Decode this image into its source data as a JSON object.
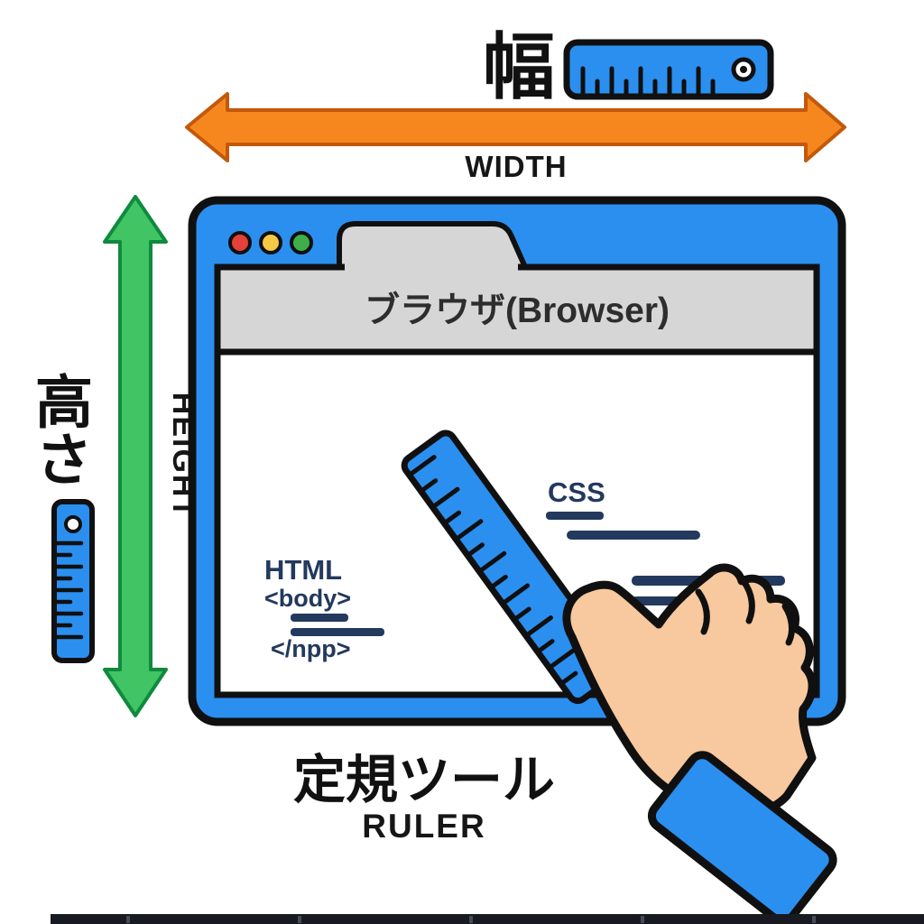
{
  "illustration": {
    "width_arrow": {
      "jp": "幅",
      "en": "WIDTH"
    },
    "height_arrow": {
      "jp": "高さ",
      "en": "HEIGHT"
    },
    "browser": {
      "title": "ブラウザ(Browser)",
      "html_label": "HTML",
      "html_open": "<body>",
      "html_close": "</npp>",
      "css_label": "CSS"
    },
    "ruler_tool": {
      "jp": "定規ツール",
      "en": "RULER"
    }
  },
  "colors": {
    "blue": "#2B8FF0",
    "orange": "#F6871F",
    "orange_outline": "#C2590A",
    "green": "#41C463",
    "green_outline": "#0F8A3E",
    "navy": "#23395D",
    "titlebar_gray": "#D6D6D6",
    "outline_black": "#101010",
    "white": "#FFFFFF",
    "skin": "#F8C89E",
    "dot_red": "#E5403A",
    "dot_yellow": "#F6C944",
    "dot_green": "#3FAE49"
  }
}
